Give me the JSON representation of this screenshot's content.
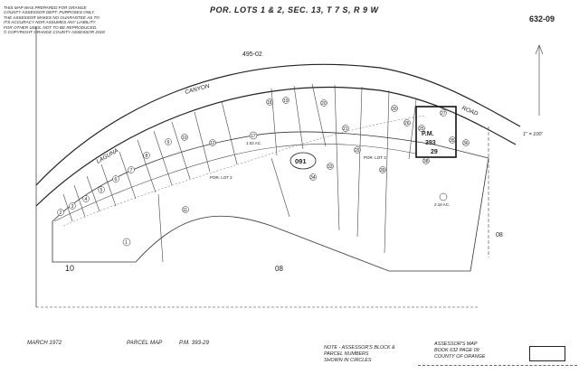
{
  "header": {
    "disclaimer": "THIS MAP WAS PREPARED FOR ORANGE\nCOUNTY ASSESSOR DEPT. PURPOSES ONLY.\nTHE ASSESSOR MAKES NO GUARANTEE AS TO\nITS ACCURACY NOR ASSUMES ANY LIABILITY\nFOR OTHER USES.  NOT TO BE REPRODUCED.\n© COPYRIGHT ORANGE COUNTY ASSESSOR 2018",
    "title": "POR. LOTS 1 & 2, SEC. 13, T 7 S, R 9 W",
    "page_ref": "632-09"
  },
  "map": {
    "road_name_left": "LAGUNA",
    "road_name_mid": "CANYON",
    "road_name_right": "ROAD",
    "book_block_top": "495-02",
    "book_block_bottom": "08",
    "block_left": "10",
    "block_right": "08",
    "block_center": "091",
    "pm_label": "P.M.",
    "pm_number": "393",
    "pm_sheet": "29",
    "scale": "1\" = 100'",
    "lots": {
      "lot1": "1",
      "lot2": "2",
      "lot3": "3",
      "lot4": "4",
      "lot5": "5",
      "lot6": "6",
      "lot7": "7",
      "lot8": "8",
      "lot9": "9",
      "lot10": "10",
      "lot11": "11",
      "lot12": "12",
      "lot17": "17",
      "lot18": "18",
      "lot19": "19",
      "lot20": "20",
      "lot21": "21",
      "lot25": "25",
      "lot26": "26",
      "lot27": "27",
      "lot29": "29",
      "lot30": "30",
      "lot33": "33",
      "lot34": "34",
      "lot35": "35",
      "lot36": "36",
      "lot38": "38",
      "lot39": "39"
    },
    "porlot2": "POR. LOT 2",
    "porlot3": "POR. LOT 3",
    "acres_17": "1.02 AC.",
    "acres_39": "2.16 AC."
  },
  "footer": {
    "date": "MARCH 1972",
    "map_type": "PARCEL MAP",
    "pm_ref": "P.M. 393-29",
    "note": "NOTE - ASSESSOR'S BLOCK &\n          PARCEL NUMBERS\n          SHOWN IN CIRCLES",
    "assessor_map": "ASSESSOR'S MAP\nBOOK 632  PAGE 09\nCOUNTY OF ORANGE"
  }
}
